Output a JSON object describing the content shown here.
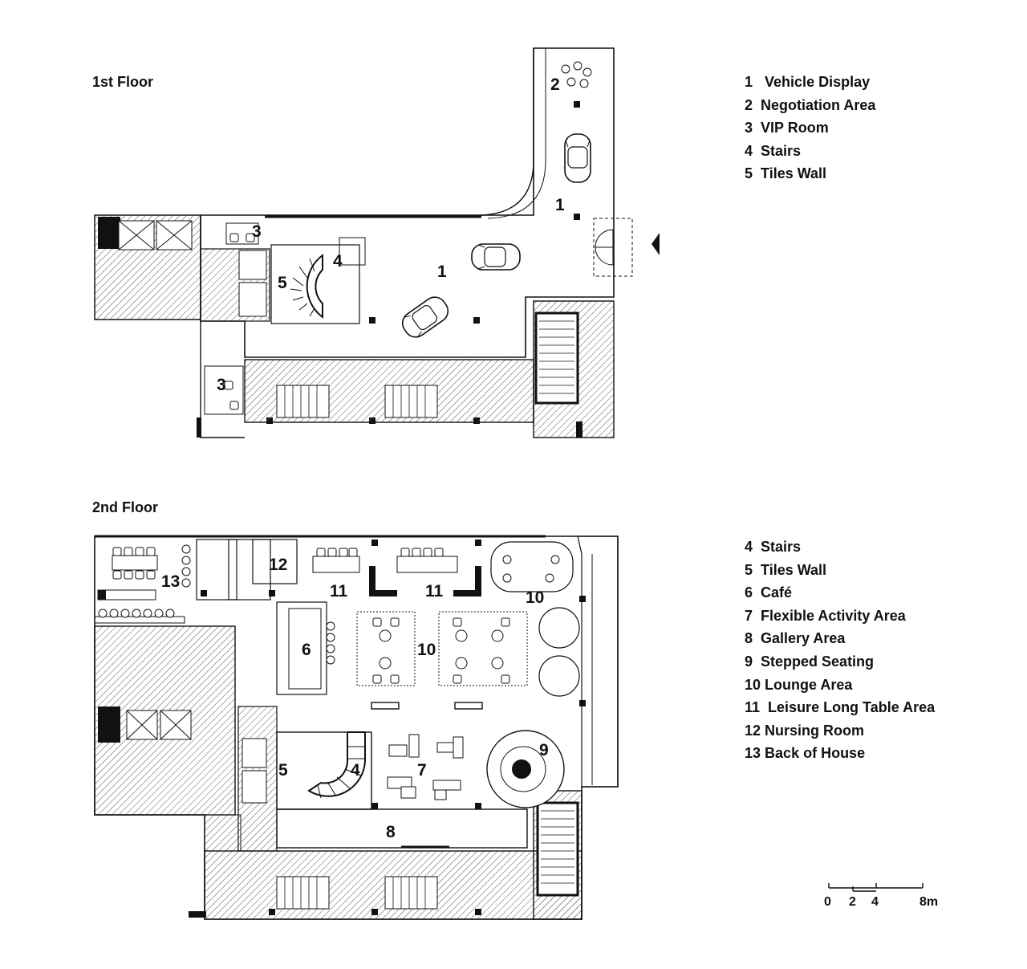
{
  "floor1": {
    "title": "1st Floor",
    "legend": [
      {
        "num": "1",
        "label": "Vehicle Display"
      },
      {
        "num": "2",
        "label": "Negotiation Area"
      },
      {
        "num": "3",
        "label": "VIP Room"
      },
      {
        "num": "4",
        "label": "Stairs"
      },
      {
        "num": "5",
        "label": "Tiles Wall"
      }
    ],
    "plan_labels": {
      "l1a": "1",
      "l1b": "1",
      "l2": "2",
      "l3a": "3",
      "l3b": "3",
      "l4": "4",
      "l5": "5"
    }
  },
  "floor2": {
    "title": "2nd Floor",
    "legend": [
      {
        "num": "4",
        "label": "Stairs"
      },
      {
        "num": "5",
        "label": "Tiles Wall"
      },
      {
        "num": "6",
        "label": "Café"
      },
      {
        "num": "7",
        "label": "Flexible Activity Area"
      },
      {
        "num": "8",
        "label": "Gallery Area"
      },
      {
        "num": "9",
        "label": "Stepped Seating"
      },
      {
        "num": "10",
        "label": "Lounge Area"
      },
      {
        "num": "11",
        "label": "Leisure Long Table Area"
      },
      {
        "num": "12",
        "label": "Nursing Room"
      },
      {
        "num": "13",
        "label": "Back of House"
      }
    ],
    "plan_labels": {
      "l4": "4",
      "l5": "5",
      "l6": "6",
      "l7": "7",
      "l8": "8",
      "l9": "9",
      "l10a": "10",
      "l10b": "10",
      "l11a": "11",
      "l11b": "11",
      "l12": "12",
      "l13": "13"
    }
  },
  "scale_bar": {
    "ticks": [
      "0",
      "2",
      "4",
      "8m"
    ]
  }
}
